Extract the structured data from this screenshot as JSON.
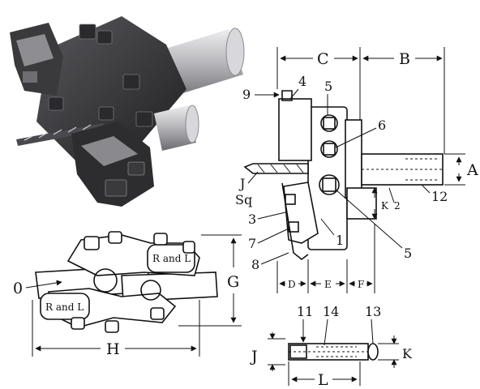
{
  "side_view": {
    "dims": {
      "C": "C",
      "B": "B",
      "A": "A",
      "D": "D",
      "E": "E",
      "F": "F",
      "K": "K"
    },
    "callouts": {
      "n9": "9",
      "n4": "4",
      "n5a": "5",
      "n6": "6",
      "J": "J",
      "Sq": "Sq",
      "n3": "3",
      "n7": "7",
      "n8": "8",
      "n1": "1",
      "n5b": "5",
      "n2": "2",
      "n12": "12"
    }
  },
  "plan_view": {
    "dims": {
      "G": "G",
      "H": "H"
    },
    "callouts": {
      "n0": "0"
    },
    "cap_labels": {
      "top": "R and L",
      "bottom": "R and L"
    }
  },
  "pin_view": {
    "dims": {
      "J": "J",
      "K": "K",
      "L": "L"
    },
    "callouts": {
      "n11": "11",
      "n14": "14",
      "n13": "13"
    }
  },
  "colors": {
    "ink": "#111111",
    "metal_dark": "#2b2b2d",
    "metal_mid": "#5a5a5e",
    "metal_light": "#a9a9ad",
    "shank": "#c8c8cc"
  }
}
